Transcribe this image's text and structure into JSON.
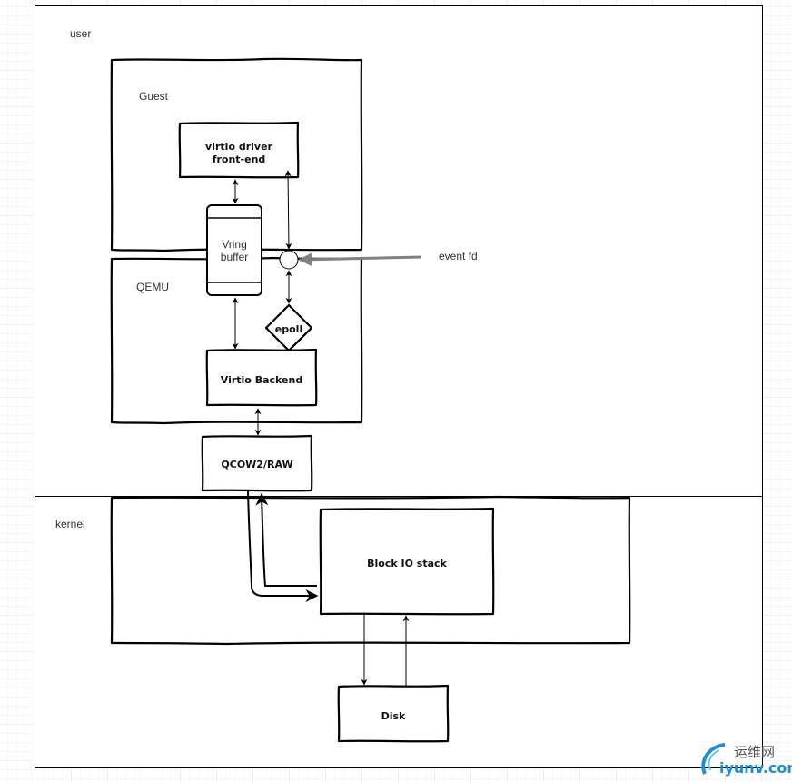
{
  "diagram": {
    "zones": {
      "user": "user",
      "kernel": "kernel"
    },
    "containers": {
      "guest": "Guest",
      "qemu": "QEMU"
    },
    "nodes": {
      "virtio_driver": [
        "virtio driver",
        "front-end"
      ],
      "vring_buffer": [
        "Vring",
        "buffer"
      ],
      "epoll": "epoll",
      "virtio_backend": "Virtio Backend",
      "qcow2_raw": "QCOW2/RAW",
      "block_io_stack": "Block IO stack",
      "disk": "Disk"
    },
    "external_labels": {
      "event_fd": "event fd"
    },
    "edges": [
      {
        "from": "virtio_driver",
        "to": "vring_buffer",
        "direction": "both"
      },
      {
        "from": "virtio_driver",
        "to": "eventfd_junction",
        "direction": "both"
      },
      {
        "from": "event_fd",
        "to": "eventfd_junction",
        "direction": "forward"
      },
      {
        "from": "eventfd_junction",
        "to": "epoll",
        "direction": "both"
      },
      {
        "from": "vring_buffer",
        "to": "virtio_backend",
        "direction": "both"
      },
      {
        "from": "virtio_backend",
        "to": "qcow2_raw",
        "direction": "both"
      },
      {
        "from": "qcow2_raw",
        "to": "block_io_stack",
        "direction": "forward"
      },
      {
        "from": "block_io_stack",
        "to": "qcow2_raw",
        "direction": "forward"
      },
      {
        "from": "block_io_stack",
        "to": "disk",
        "direction": "forward"
      },
      {
        "from": "disk",
        "to": "block_io_stack",
        "direction": "forward"
      }
    ]
  },
  "watermark": {
    "chinese": "运维网",
    "domain": "iyunv.com"
  },
  "colors": {
    "stroke": "#000000",
    "event_arrow": "#808080",
    "label": "#333333",
    "watermark_blue": "#1a8fd6"
  }
}
